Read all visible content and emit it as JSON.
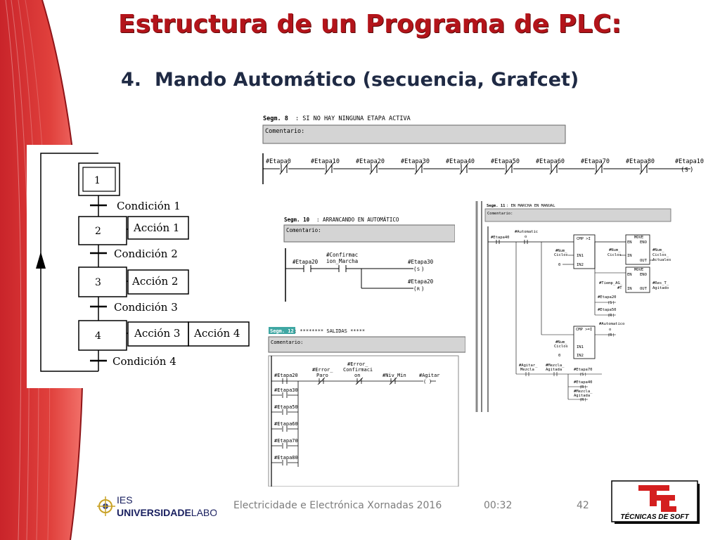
{
  "slide": {
    "title": "Estructura de un Programa de PLC:",
    "subtitle_number": "4.",
    "subtitle_text": "Mando Automático (secuencia, Grafcet)"
  },
  "grafcet": {
    "steps": [
      "1",
      "2",
      "3",
      "4"
    ],
    "conditions": [
      "Condición 1",
      "Condición 2",
      "Condición 3",
      "Condición 4"
    ],
    "actions": [
      "Acción 1",
      "Acción 2",
      "Acción 3",
      "Acción 4"
    ]
  },
  "segment8": {
    "header_num": "Segm. 8",
    "header_title": ": SI NO HAY NINGUNA ETAPA ACTIVA",
    "comment_label": "Comentario:",
    "contacts": [
      "#Etapa0",
      "#Etapa10",
      "#Etapa20",
      "#Etapa30",
      "#Etapa40",
      "#Etapa50",
      "#Etapa60",
      "#Etapa70",
      "#Etapa80"
    ],
    "coil_label": "#Etapa10",
    "coil_symbol": "S"
  },
  "segment10": {
    "header_num": "Segm. 10",
    "header_title": ": ARRANCANDO EN AUTOMÁTICO",
    "comment_label": "Comentario:",
    "contact1": "#Etapa20",
    "contact2_line1": "#Confirmac",
    "contact2_line2": "ion_Marcha",
    "coil1_label": "#Etapa30",
    "coil1_symbol": "S",
    "coil2_label": "#Etapa20",
    "coil2_symbol": "R"
  },
  "segment11": {
    "header_num": "Segm. 11",
    "header_title": ": EN MARCHA EN MANUAL",
    "comment_label": "Comentario:",
    "c1": "#Etapa40",
    "c2_line1": "#Automatic",
    "c2_line2": "o",
    "cmp1": "CMP >I",
    "cmp2": "CMP >=I",
    "move1": "MOVE",
    "move2": "MOVE",
    "en": "EN",
    "eno": "ENO",
    "in": "IN",
    "out": "OUT",
    "in1": "IN1",
    "in2": "IN2",
    "num_ciclos_1": "#Num_",
    "num_ciclos_2": "Ciclos",
    "zero": "0",
    "dest1_line1": "#Num_",
    "dest1_line2": "Ciclos_",
    "dest1_line3": "Actuales",
    "tiempo_line1": "#Tiemp_AG_",
    "tiempo_line2": "#T",
    "dest2_line1": "#Res_T_",
    "dest2_line2": "Agitado",
    "coil_e20": "#Etapa20",
    "coil_e50": "#Etapa50",
    "coil_auto": "#Automatico",
    "coil_auto_2": "o",
    "agitar_line1": "#Agitar_",
    "agitar_line2": "Mezcla",
    "mezcla_line1": "#Mezcla_",
    "mezcla_line2": "Agitada",
    "coil_e70": "#Etapa70",
    "coil_e40": "#Etapa40",
    "coil_mezcla_1": "#Mezcla_",
    "coil_mezcla_2": "Agitada",
    "sym_s": "S",
    "sym_r": "R"
  },
  "segment_salidas": {
    "header_num": "Segm. 12",
    "header_title": ": ******** SALIDAS   *****",
    "comment_label": "Comentario:",
    "contact1": "#Etapa20",
    "contact2_line1": "#Error_",
    "contact2_line2": "Paro",
    "contact3_line1": "#Error_",
    "contact3_line2": "Confirmaci",
    "contact3_line3": "on",
    "contact4": "#Niv_Min",
    "coil": "#Agitar",
    "branches": [
      "#Etapa30",
      "#Etapa50",
      "#Etapa60",
      "#Etapa70",
      "#Etapa80"
    ]
  },
  "footer": {
    "logo_line1": "IES",
    "logo_line2_a": "UNIVERSIDADE",
    "logo_line2_b": "LABORAL",
    "center_text": "Electricidade e Electrónica Xornadas 2016",
    "time": "00:32",
    "page_number": "42",
    "brand": "TÉCNICAS DE SOFT"
  },
  "colors": {
    "title": "#b3141a",
    "subtitle": "#1f2a44",
    "accent_red": "#d42a2a",
    "footer_text": "#7d7d7d"
  }
}
